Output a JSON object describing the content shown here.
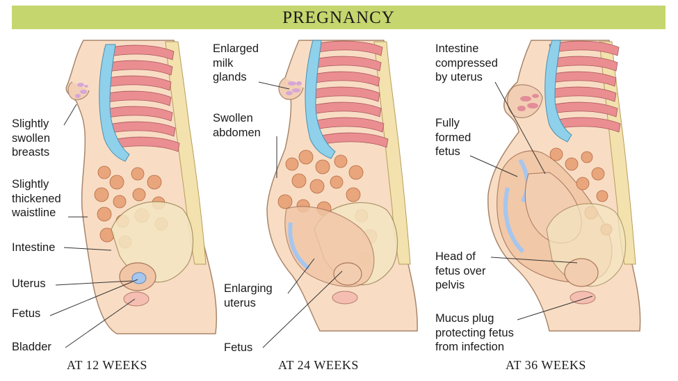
{
  "title": "PREGNANCY",
  "panels": [
    {
      "caption": "AT 12 WEEKS",
      "labels": [
        {
          "id": "breasts",
          "text": "Slightly\nswollen\nbreasts"
        },
        {
          "id": "waistline",
          "text": "Slightly\nthickened\nwaistline"
        },
        {
          "id": "intestine",
          "text": "Intestine"
        },
        {
          "id": "uterus",
          "text": "Uterus"
        },
        {
          "id": "fetus",
          "text": "Fetus"
        },
        {
          "id": "bladder",
          "text": "Bladder"
        }
      ]
    },
    {
      "caption": "AT 24 WEEKS",
      "labels": [
        {
          "id": "milk-glands",
          "text": "Enlarged\nmilk\nglands"
        },
        {
          "id": "abdomen",
          "text": "Swollen\nabdomen"
        },
        {
          "id": "uterus",
          "text": "Enlarging\nuterus"
        },
        {
          "id": "fetus",
          "text": "Fetus"
        }
      ]
    },
    {
      "caption": "AT 36 WEEKS",
      "labels": [
        {
          "id": "intestine",
          "text": "Intestine\ncompressed\nby uterus"
        },
        {
          "id": "fetus",
          "text": "Fully\nformed\nfetus"
        },
        {
          "id": "head",
          "text": "Head of\nfetus over\npelvis"
        },
        {
          "id": "mucus",
          "text": "Mucus plug\nprotecting fetus\nfrom infection"
        }
      ]
    }
  ],
  "colors": {
    "title_bar": "#c6d66e",
    "skin": "#f8ddc4",
    "skin_outline": "#a8856a",
    "ribs": "#ea8e91",
    "cartilage": "#8fd0ea",
    "spine": "#f3e2ae",
    "intestine": "#e9a57b",
    "uterus": "#f1c6a6",
    "pelvis": "#f4e6c2",
    "bladder": "#f4bfb2",
    "fluid": "#a6c6ee"
  }
}
